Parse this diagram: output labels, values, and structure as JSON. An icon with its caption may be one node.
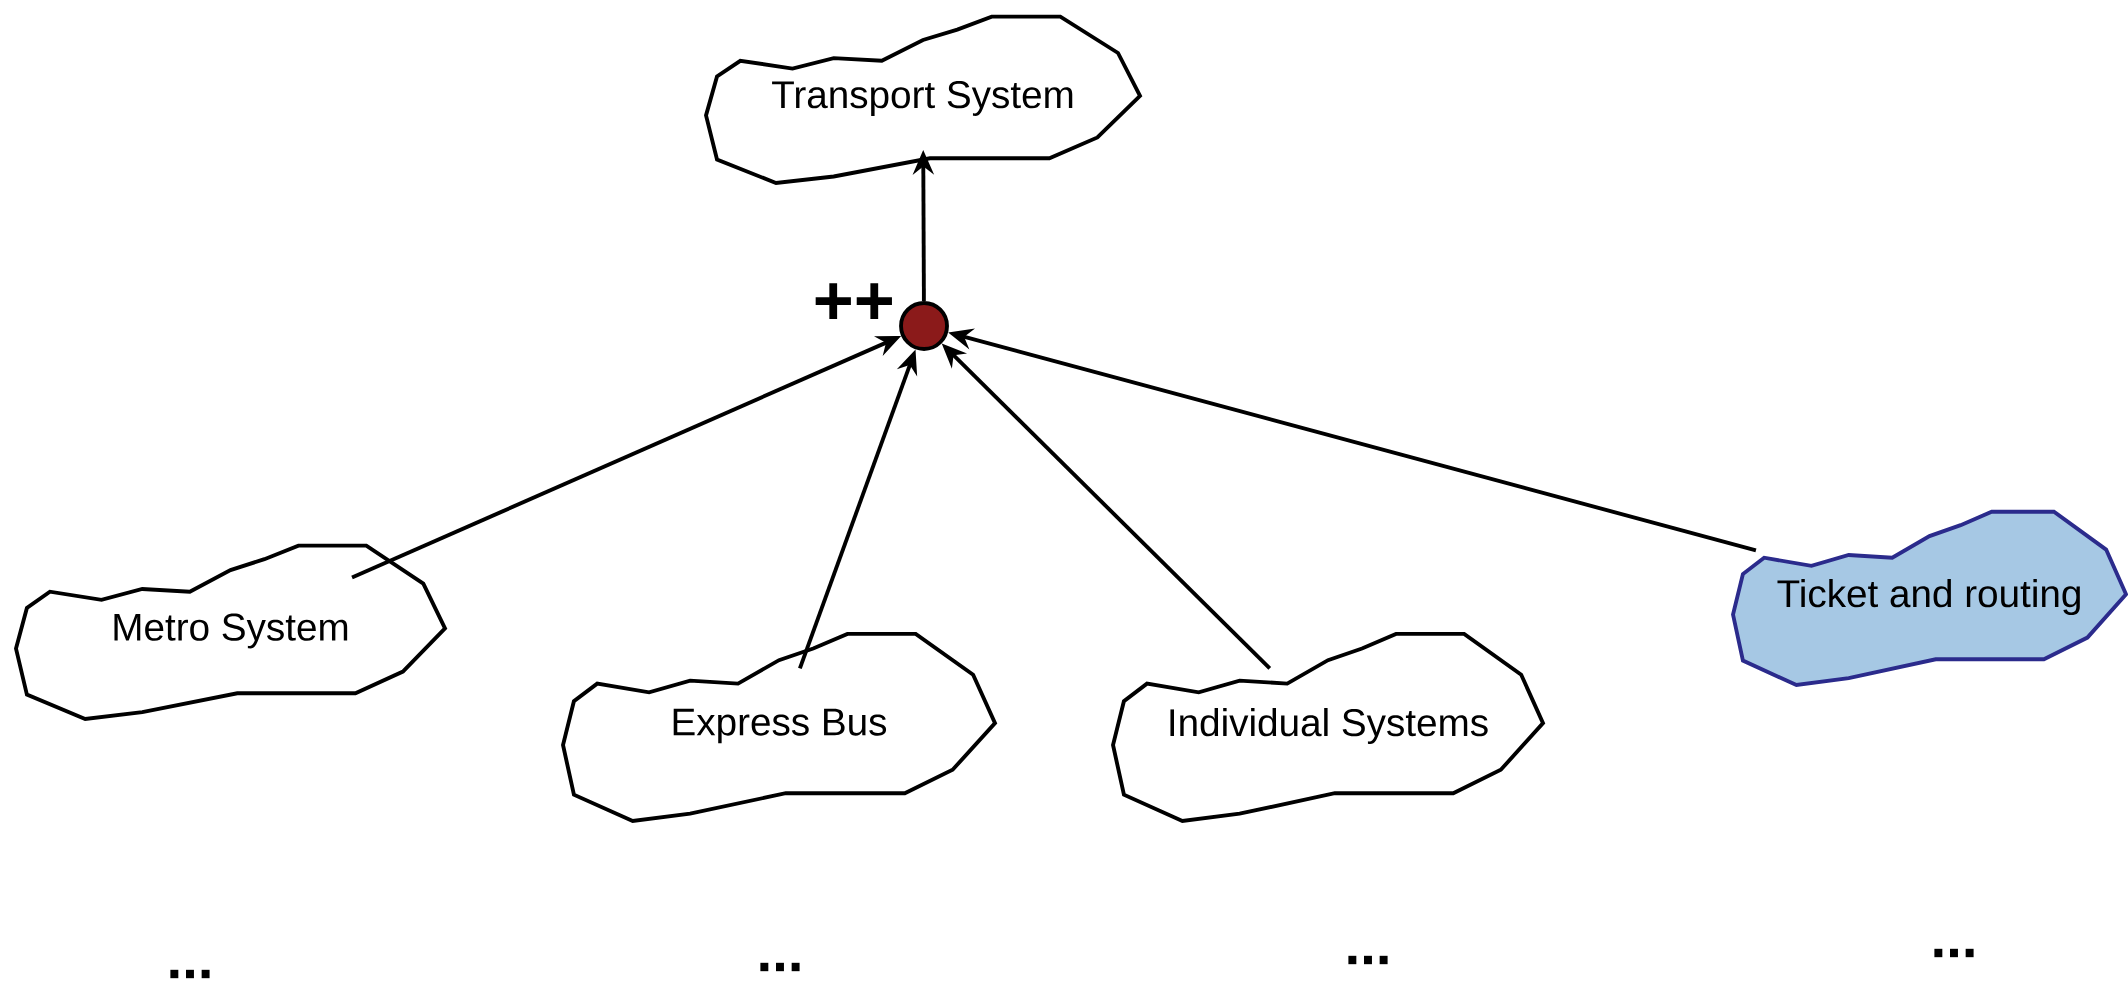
{
  "diagram": {
    "nodes": [
      {
        "text": [
          "Transport System"
        ]
      },
      {
        "text": [],
        "shape": "circle",
        "beside": [
          "++"
        ]
      },
      {
        "text": [
          "Metro System"
        ]
      },
      {
        "text": [
          "Express Bus"
        ]
      },
      {
        "text": [
          "Individual Systems"
        ]
      },
      {
        "text": [
          "Ticket and routing"
        ]
      }
    ],
    "edges": [
      {
        "from": 1,
        "to": 0,
        "arrow": "to"
      },
      {
        "from": 2,
        "to": 1,
        "arrow": "to"
      },
      {
        "from": 3,
        "to": 1,
        "arrow": "to"
      },
      {
        "from": 4,
        "to": 1,
        "arrow": "to"
      },
      {
        "from": 5,
        "to": 1,
        "arrow": "to"
      }
    ],
    "labels": [
      "...",
      "...",
      "...",
      "..."
    ]
  }
}
